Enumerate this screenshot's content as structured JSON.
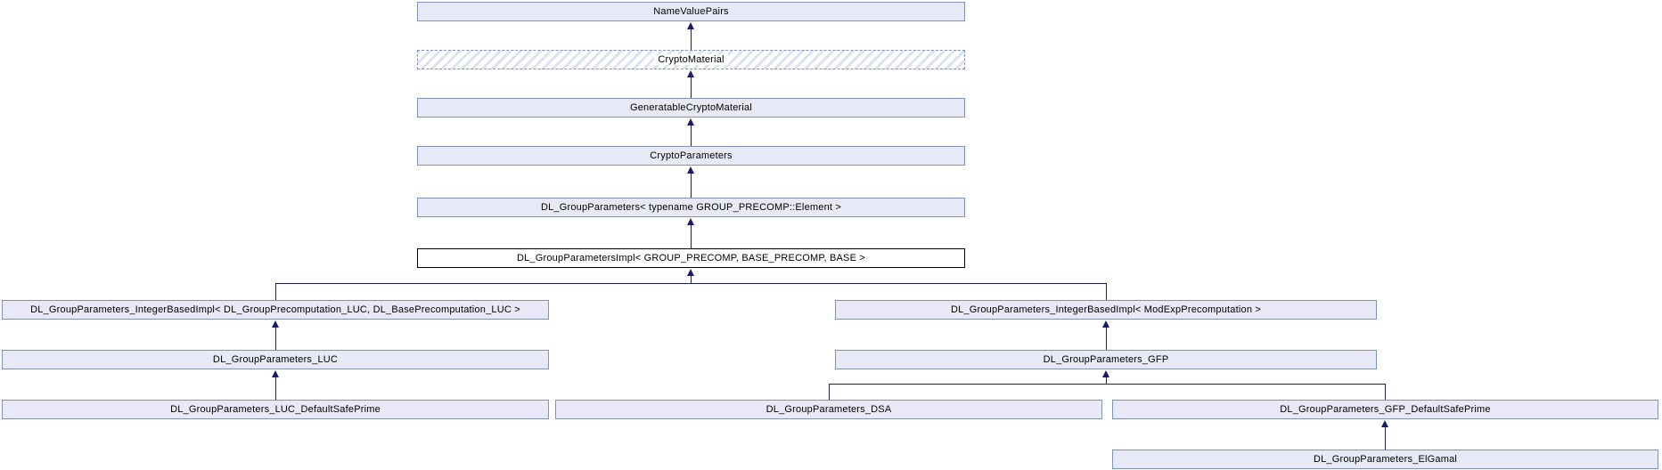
{
  "diagram": {
    "type": "class-inheritance-graph",
    "nodes": [
      {
        "label": "NameValuePairs",
        "style": "solid"
      },
      {
        "label": "CryptoMaterial",
        "style": "hatched-dashed"
      },
      {
        "label": "GeneratableCryptoMaterial",
        "style": "solid"
      },
      {
        "label": "CryptoParameters",
        "style": "solid"
      },
      {
        "label": "DL_GroupParameters< typename GROUP_PRECOMP::Element >",
        "style": "solid"
      },
      {
        "label": "DL_GroupParametersImpl< GROUP_PRECOMP, BASE_PRECOMP, BASE >",
        "style": "current-black-border"
      },
      {
        "label": "DL_GroupParameters_IntegerBasedImpl< DL_GroupPrecomputation_LUC, DL_BasePrecomputation_LUC >",
        "style": "solid"
      },
      {
        "label": "DL_GroupParameters_IntegerBasedImpl< ModExpPrecomputation >",
        "style": "solid"
      },
      {
        "label": "DL_GroupParameters_LUC",
        "style": "solid"
      },
      {
        "label": "DL_GroupParameters_GFP",
        "style": "solid"
      },
      {
        "label": "DL_GroupParameters_LUC_DefaultSafePrime",
        "style": "solid"
      },
      {
        "label": "DL_GroupParameters_DSA",
        "style": "solid"
      },
      {
        "label": "DL_GroupParameters_GFP_DefaultSafePrime",
        "style": "solid"
      },
      {
        "label": "DL_GroupParameters_ElGamal",
        "style": "solid"
      }
    ],
    "edges": [
      {
        "child": "CryptoMaterial",
        "parent": "NameValuePairs"
      },
      {
        "child": "GeneratableCryptoMaterial",
        "parent": "CryptoMaterial"
      },
      {
        "child": "CryptoParameters",
        "parent": "GeneratableCryptoMaterial"
      },
      {
        "child": "DL_GroupParameters< typename GROUP_PRECOMP::Element >",
        "parent": "CryptoParameters"
      },
      {
        "child": "DL_GroupParametersImpl< GROUP_PRECOMP, BASE_PRECOMP, BASE >",
        "parent": "DL_GroupParameters< typename GROUP_PRECOMP::Element >"
      },
      {
        "child": "DL_GroupParameters_IntegerBasedImpl< DL_GroupPrecomputation_LUC, DL_BasePrecomputation_LUC >",
        "parent": "DL_GroupParametersImpl< GROUP_PRECOMP, BASE_PRECOMP, BASE >"
      },
      {
        "child": "DL_GroupParameters_IntegerBasedImpl< ModExpPrecomputation >",
        "parent": "DL_GroupParametersImpl< GROUP_PRECOMP, BASE_PRECOMP, BASE >"
      },
      {
        "child": "DL_GroupParameters_LUC",
        "parent": "DL_GroupParameters_IntegerBasedImpl< DL_GroupPrecomputation_LUC, DL_BasePrecomputation_LUC >"
      },
      {
        "child": "DL_GroupParameters_GFP",
        "parent": "DL_GroupParameters_IntegerBasedImpl< ModExpPrecomputation >"
      },
      {
        "child": "DL_GroupParameters_LUC_DefaultSafePrime",
        "parent": "DL_GroupParameters_LUC"
      },
      {
        "child": "DL_GroupParameters_DSA",
        "parent": "DL_GroupParameters_GFP"
      },
      {
        "child": "DL_GroupParameters_GFP_DefaultSafePrime",
        "parent": "DL_GroupParameters_GFP"
      },
      {
        "child": "DL_GroupParameters_ElGamal",
        "parent": "DL_GroupParameters_GFP_DefaultSafePrime"
      }
    ],
    "colors": {
      "node_fill": "#e7eaf6",
      "node_border": "#8191bb",
      "hatch_stripe": "#dbe2f0",
      "current_node_border": "#000000",
      "arrow": "#191970",
      "text": "#000000",
      "background": "#ffffff"
    }
  }
}
